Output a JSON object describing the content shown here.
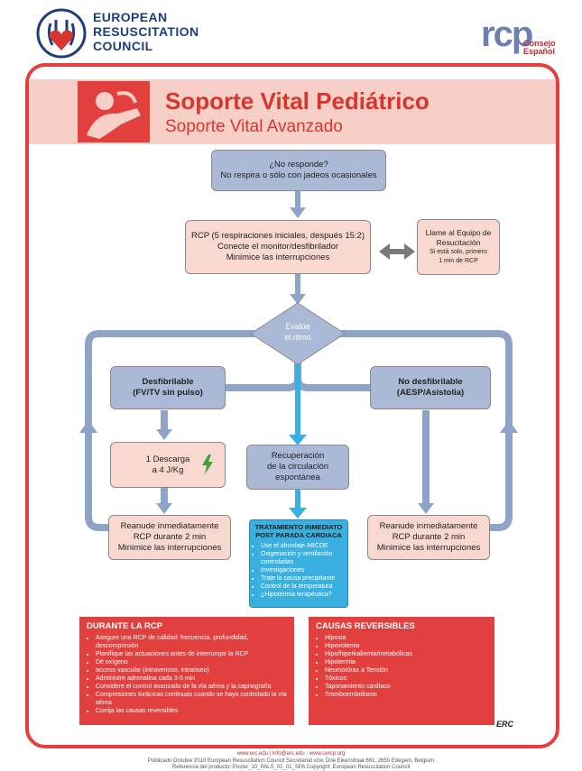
{
  "header": {
    "org_line1": "EUROPEAN",
    "org_line2": "RESUSCITATION",
    "org_line3": "COUNCIL",
    "rcp_logo": "rcp",
    "rcp_sub1": "Consejo",
    "rcp_sub2": "Español"
  },
  "banner": {
    "title": "Soporte Vital Pediátrico",
    "subtitle": "Soporte Vital Avanzado"
  },
  "flow": {
    "unresponsive_1": "¿No responde?",
    "unresponsive_2": "No respira o sólo con jadeos ocasionales",
    "cpr_1": "RCP (5 respiraciones iniciales, después 15:2)",
    "cpr_2": "Conecte el monitor/desfibrilador",
    "cpr_3": "Minimice las interrupciones",
    "call_1": "Llame al Equipo de",
    "call_2": "Resucitación",
    "call_3": "Si está solo, primero",
    "call_4": "1 min de RCP",
    "assess_1": "Evalúe",
    "assess_2": "el ritmo",
    "shockable_1": "Desfibrilable",
    "shockable_2": "(FV/TV sin pulso)",
    "nonshockable_1": "No desfibrilable",
    "nonshockable_2": "(AESP/Asistolia)",
    "shock_1": "1 Descarga",
    "shock_2": "a 4 J/Kg",
    "rosc_1": "Recuperación",
    "rosc_2": "de la circulación",
    "rosc_3": "espontánea",
    "resume_left_1": "Reanude inmediatamente",
    "resume_left_2": "RCP durante 2 min",
    "resume_left_3": "Minimice las interrupciones",
    "resume_right_1": "Reanude inmediatamente",
    "resume_right_2": "RCP durante 2 min",
    "resume_right_3": "Minimice las interrupciones"
  },
  "post_arrest": {
    "heading_1": "TRATAMIENTO INMEDIATO",
    "heading_2": "POST PARADA CARDIACA",
    "items": [
      "Use el abordaje ABCDE",
      "Oxigenación y ventilación controladas",
      "Investigaciones",
      "Trate la causa precipitante",
      "Control de la temperatura",
      "¿Hipotermia terapéutica?"
    ]
  },
  "during_cpr": {
    "heading": "DURANTE LA RCP",
    "items": [
      "Asegure una RCP de calidad: frecuencia, profundidad, descompresión",
      "Planifique las actuaciones antes de interrumpir la RCP",
      "Dé oxígeno",
      "acceso vascular (intravenoso, intraóseo)",
      "Administre adrenalina cada 3-5 min",
      "Considere el control avanzado de la vía aérea y la capnografía",
      "Compresiones torácicas continuas cuando se haya controlado la vía aérea",
      "Corrija las causas reversibles"
    ]
  },
  "reversible": {
    "heading": "CAUSAS REVERSIBLES",
    "items": [
      "Hipoxia",
      "Hipovolemia",
      "Hipo/hiperkaliemia/metabólicas",
      "Hipotermia",
      "",
      "Neumotórax a Tensión",
      "Tóxicos",
      "Taponamiento cardíaco",
      "Tromboembolismo"
    ]
  },
  "badge": "ERC",
  "footer": {
    "line1": "www.erc.edu | info@erc.edu · www.cercp.org",
    "line2": "Publicado Octubre 2010 European Resuscitation Council Secretariat vzw, Drie Eikenstraat 661, 2650 Edegem, Belgium",
    "line3": "Referencia del producto: Poster_10_PALS_01_01_SPA  Copyright: European Resuscitation Council"
  },
  "colors": {
    "red": "#e2403e",
    "blue_box": "#aab9d6",
    "pink_box": "#f9d9cf",
    "cyan": "#3ab0e0",
    "arrow": "#8ea3c8"
  }
}
